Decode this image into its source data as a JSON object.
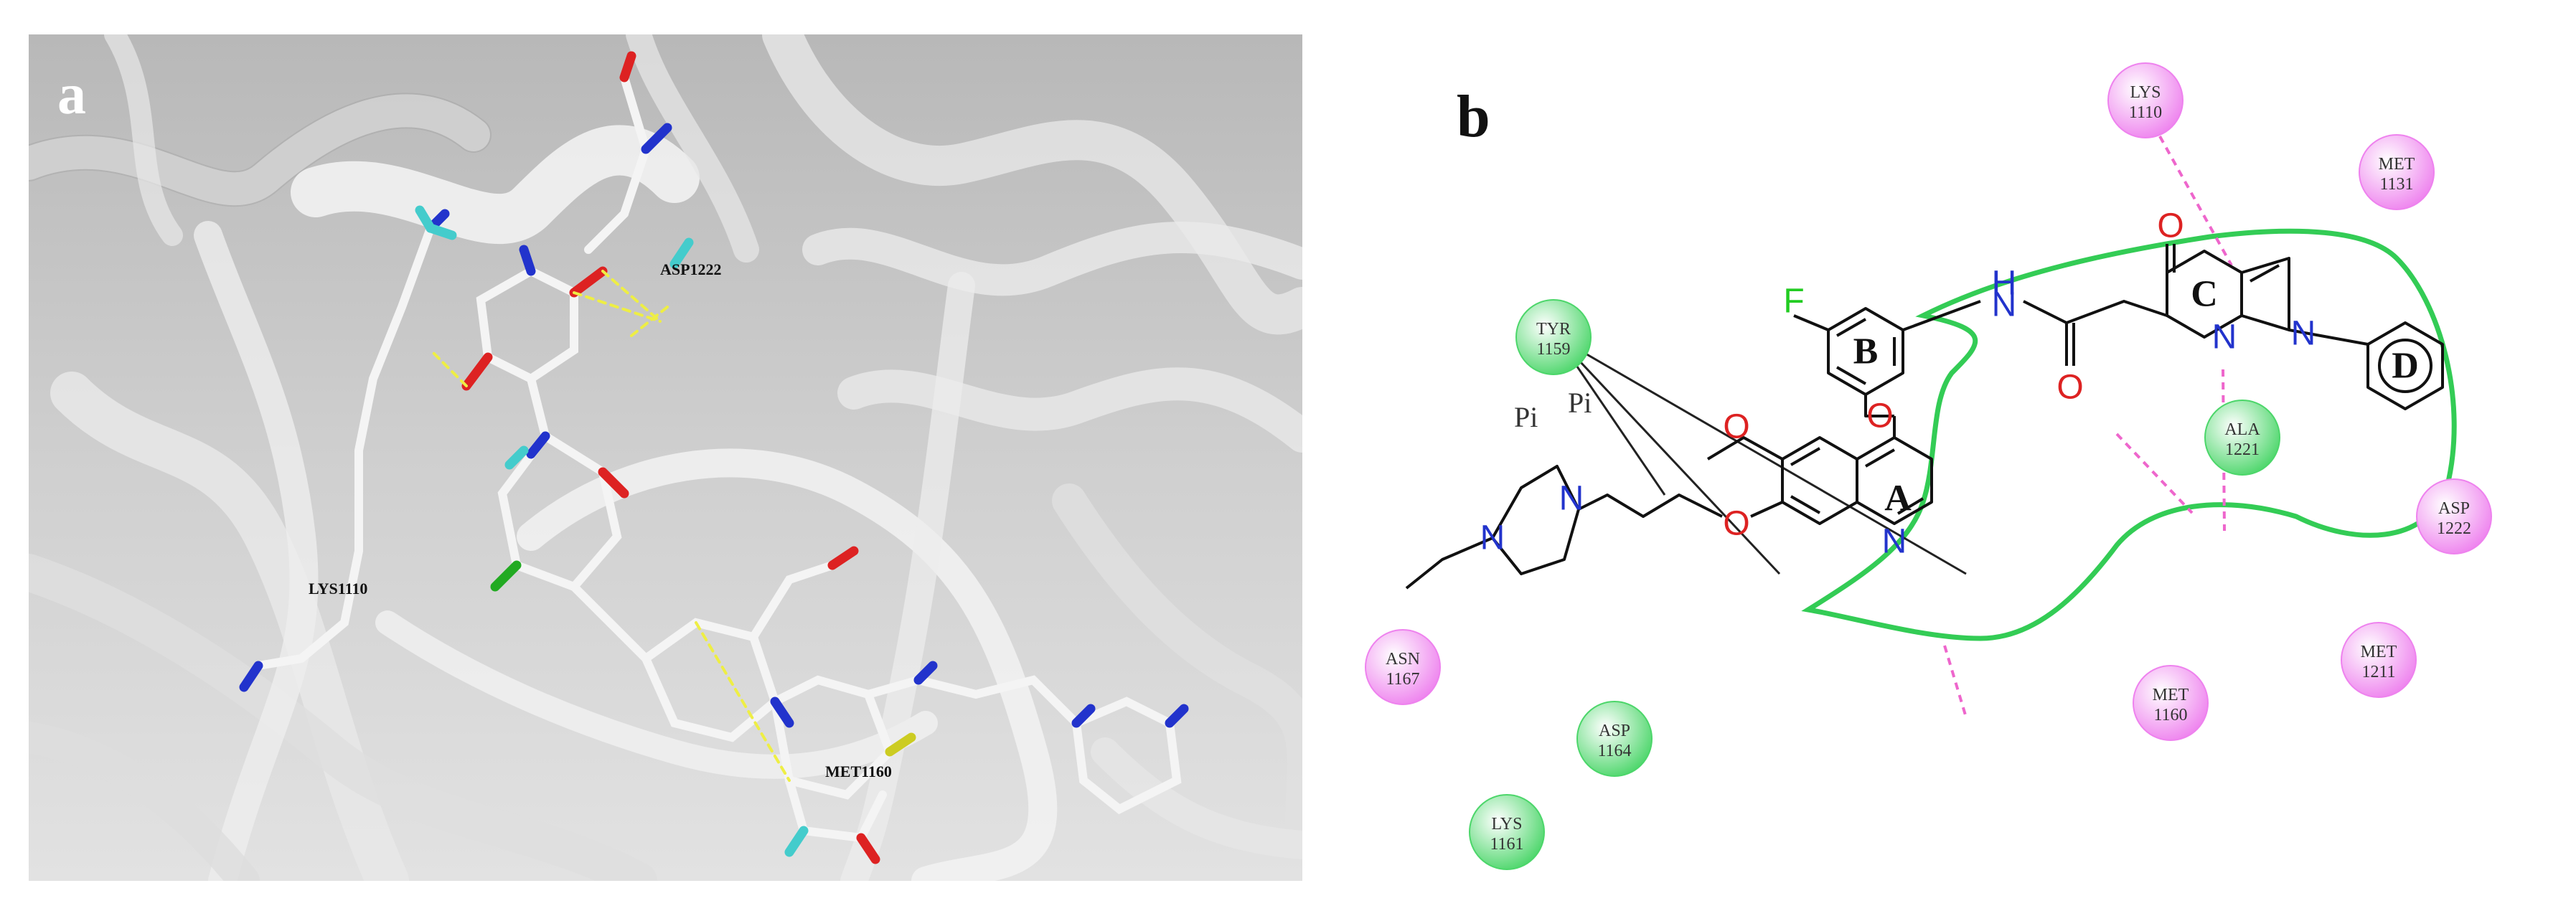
{
  "panel_a": {
    "label": "a",
    "residues": [
      {
        "id": "asp",
        "text": "ASP1222"
      },
      {
        "id": "lys",
        "text": "LYS1110"
      },
      {
        "id": "met",
        "text": "MET1160"
      }
    ]
  },
  "panel_b": {
    "label": "b",
    "residues": [
      {
        "id": "lys1110",
        "name": "LYS",
        "num": "1110",
        "color": "#ee82ee"
      },
      {
        "id": "met1131",
        "name": "MET",
        "num": "1131",
        "color": "#ee82ee"
      },
      {
        "id": "tyr1159",
        "name": "TYR",
        "num": "1159",
        "color": "#4cd66a"
      },
      {
        "id": "ala1221",
        "name": "ALA",
        "num": "1221",
        "color": "#4cd66a"
      },
      {
        "id": "asp1222",
        "name": "ASP",
        "num": "1222",
        "color": "#ee82ee"
      },
      {
        "id": "asn1167",
        "name": "ASN",
        "num": "1167",
        "color": "#ee82ee"
      },
      {
        "id": "met1160",
        "name": "MET",
        "num": "1160",
        "color": "#ee82ee"
      },
      {
        "id": "met1211",
        "name": "MET",
        "num": "1211",
        "color": "#ee82ee"
      },
      {
        "id": "asp1164",
        "name": "ASP",
        "num": "1164",
        "color": "#4cd66a"
      },
      {
        "id": "lys1161",
        "name": "LYS",
        "num": "1161",
        "color": "#4cd66a"
      }
    ],
    "rings": {
      "a": "A",
      "b": "B",
      "c": "C",
      "d": "D"
    },
    "atoms": {
      "f": "F",
      "nh": "H",
      "nh_n": "N",
      "o_ether": "O",
      "o_methoxy": "O",
      "o_chain": "O",
      "o_amide": "O",
      "o_keto": "O",
      "n_quin": "N",
      "n_pyr": "N",
      "n_pyr2": "N",
      "n_pip1": "N",
      "n_pip2": "N"
    },
    "pi_labels": [
      "Pi",
      "Pi"
    ]
  }
}
